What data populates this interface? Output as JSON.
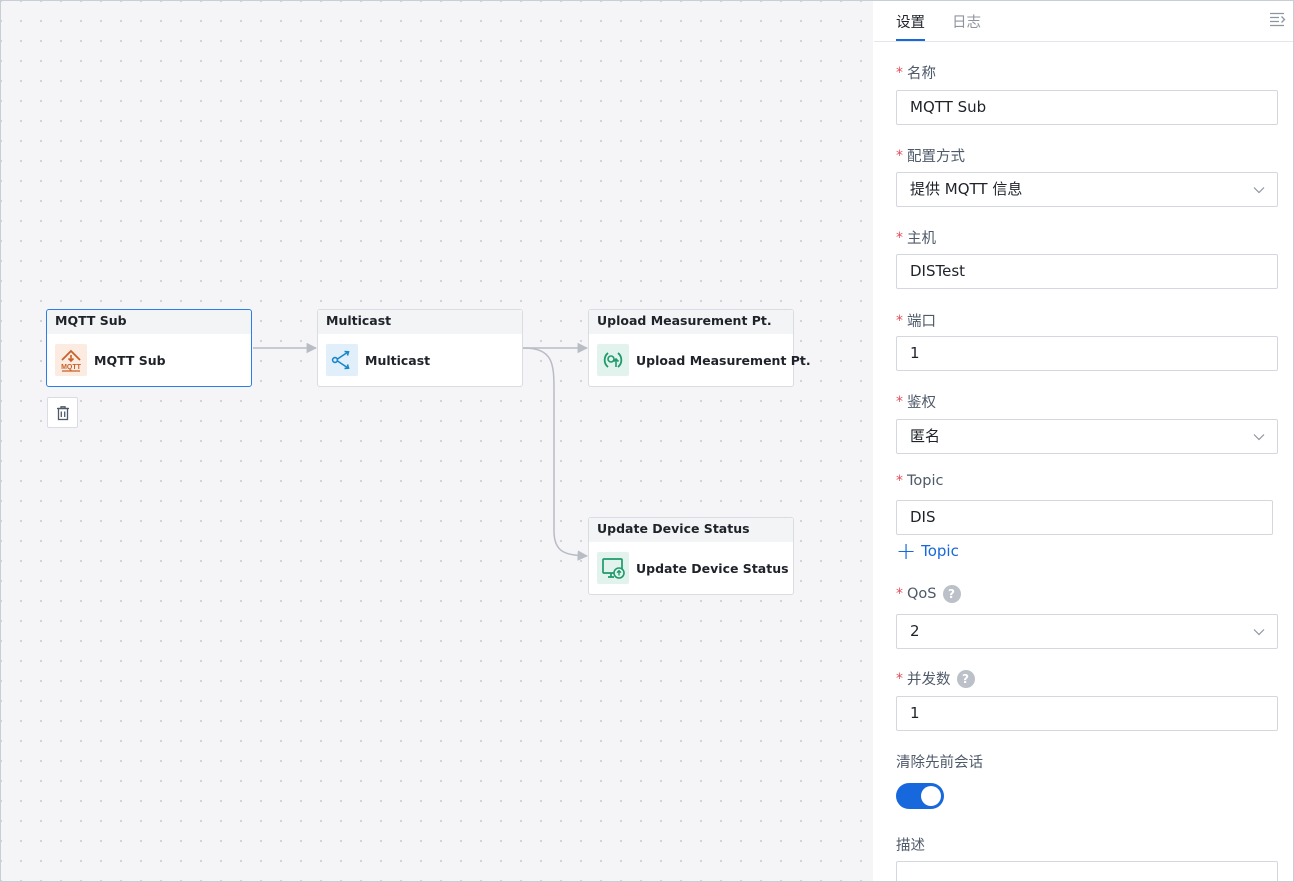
{
  "canvas": {
    "nodes": [
      {
        "header": "MQTT Sub",
        "label": "MQTT Sub",
        "icon": "mqtt-icon",
        "selected": true
      },
      {
        "header": "Multicast",
        "label": "Multicast",
        "icon": "multicast-icon",
        "selected": false
      },
      {
        "header": "Upload Measurement Pt.",
        "label": "Upload Measurement Pt.",
        "icon": "upload-measurement-icon",
        "selected": false
      },
      {
        "header": "Update Device Status",
        "label": "Update Device Status",
        "icon": "update-device-status-icon",
        "selected": false
      }
    ],
    "mqtt_badge_text": "MQTT",
    "delete_icon": "trash-icon"
  },
  "panel": {
    "tabs": [
      {
        "label": "设置",
        "active": true
      },
      {
        "label": "日志",
        "active": false
      }
    ],
    "required_mark": "*",
    "fields": {
      "name": {
        "label": "名称",
        "value": "MQTT Sub"
      },
      "config_method": {
        "label": "配置方式",
        "value": "提供 MQTT 信息"
      },
      "host": {
        "label": "主机",
        "value": "DISTest"
      },
      "port": {
        "label": "端口",
        "value": "1"
      },
      "auth": {
        "label": "鉴权",
        "value": "匿名"
      },
      "topic": {
        "label": "Topic",
        "value": "DIS"
      },
      "add_topic": {
        "label": "Topic",
        "icon": "plus-icon"
      },
      "qos": {
        "label": "QoS",
        "value": "2",
        "help": "?"
      },
      "concurrency": {
        "label": "并发数",
        "value": "1",
        "help": "?"
      },
      "clean_session": {
        "label": "清除先前会话",
        "on": true
      },
      "description": {
        "label": "描述",
        "value": ""
      }
    }
  },
  "colors": {
    "accent": "#1668dc",
    "selected_border": "#2b7de9",
    "required": "#e34d59",
    "mqtt_orange": "#c8602a",
    "multicast_blue": "#1a86c8",
    "green": "#1f9a6b"
  }
}
